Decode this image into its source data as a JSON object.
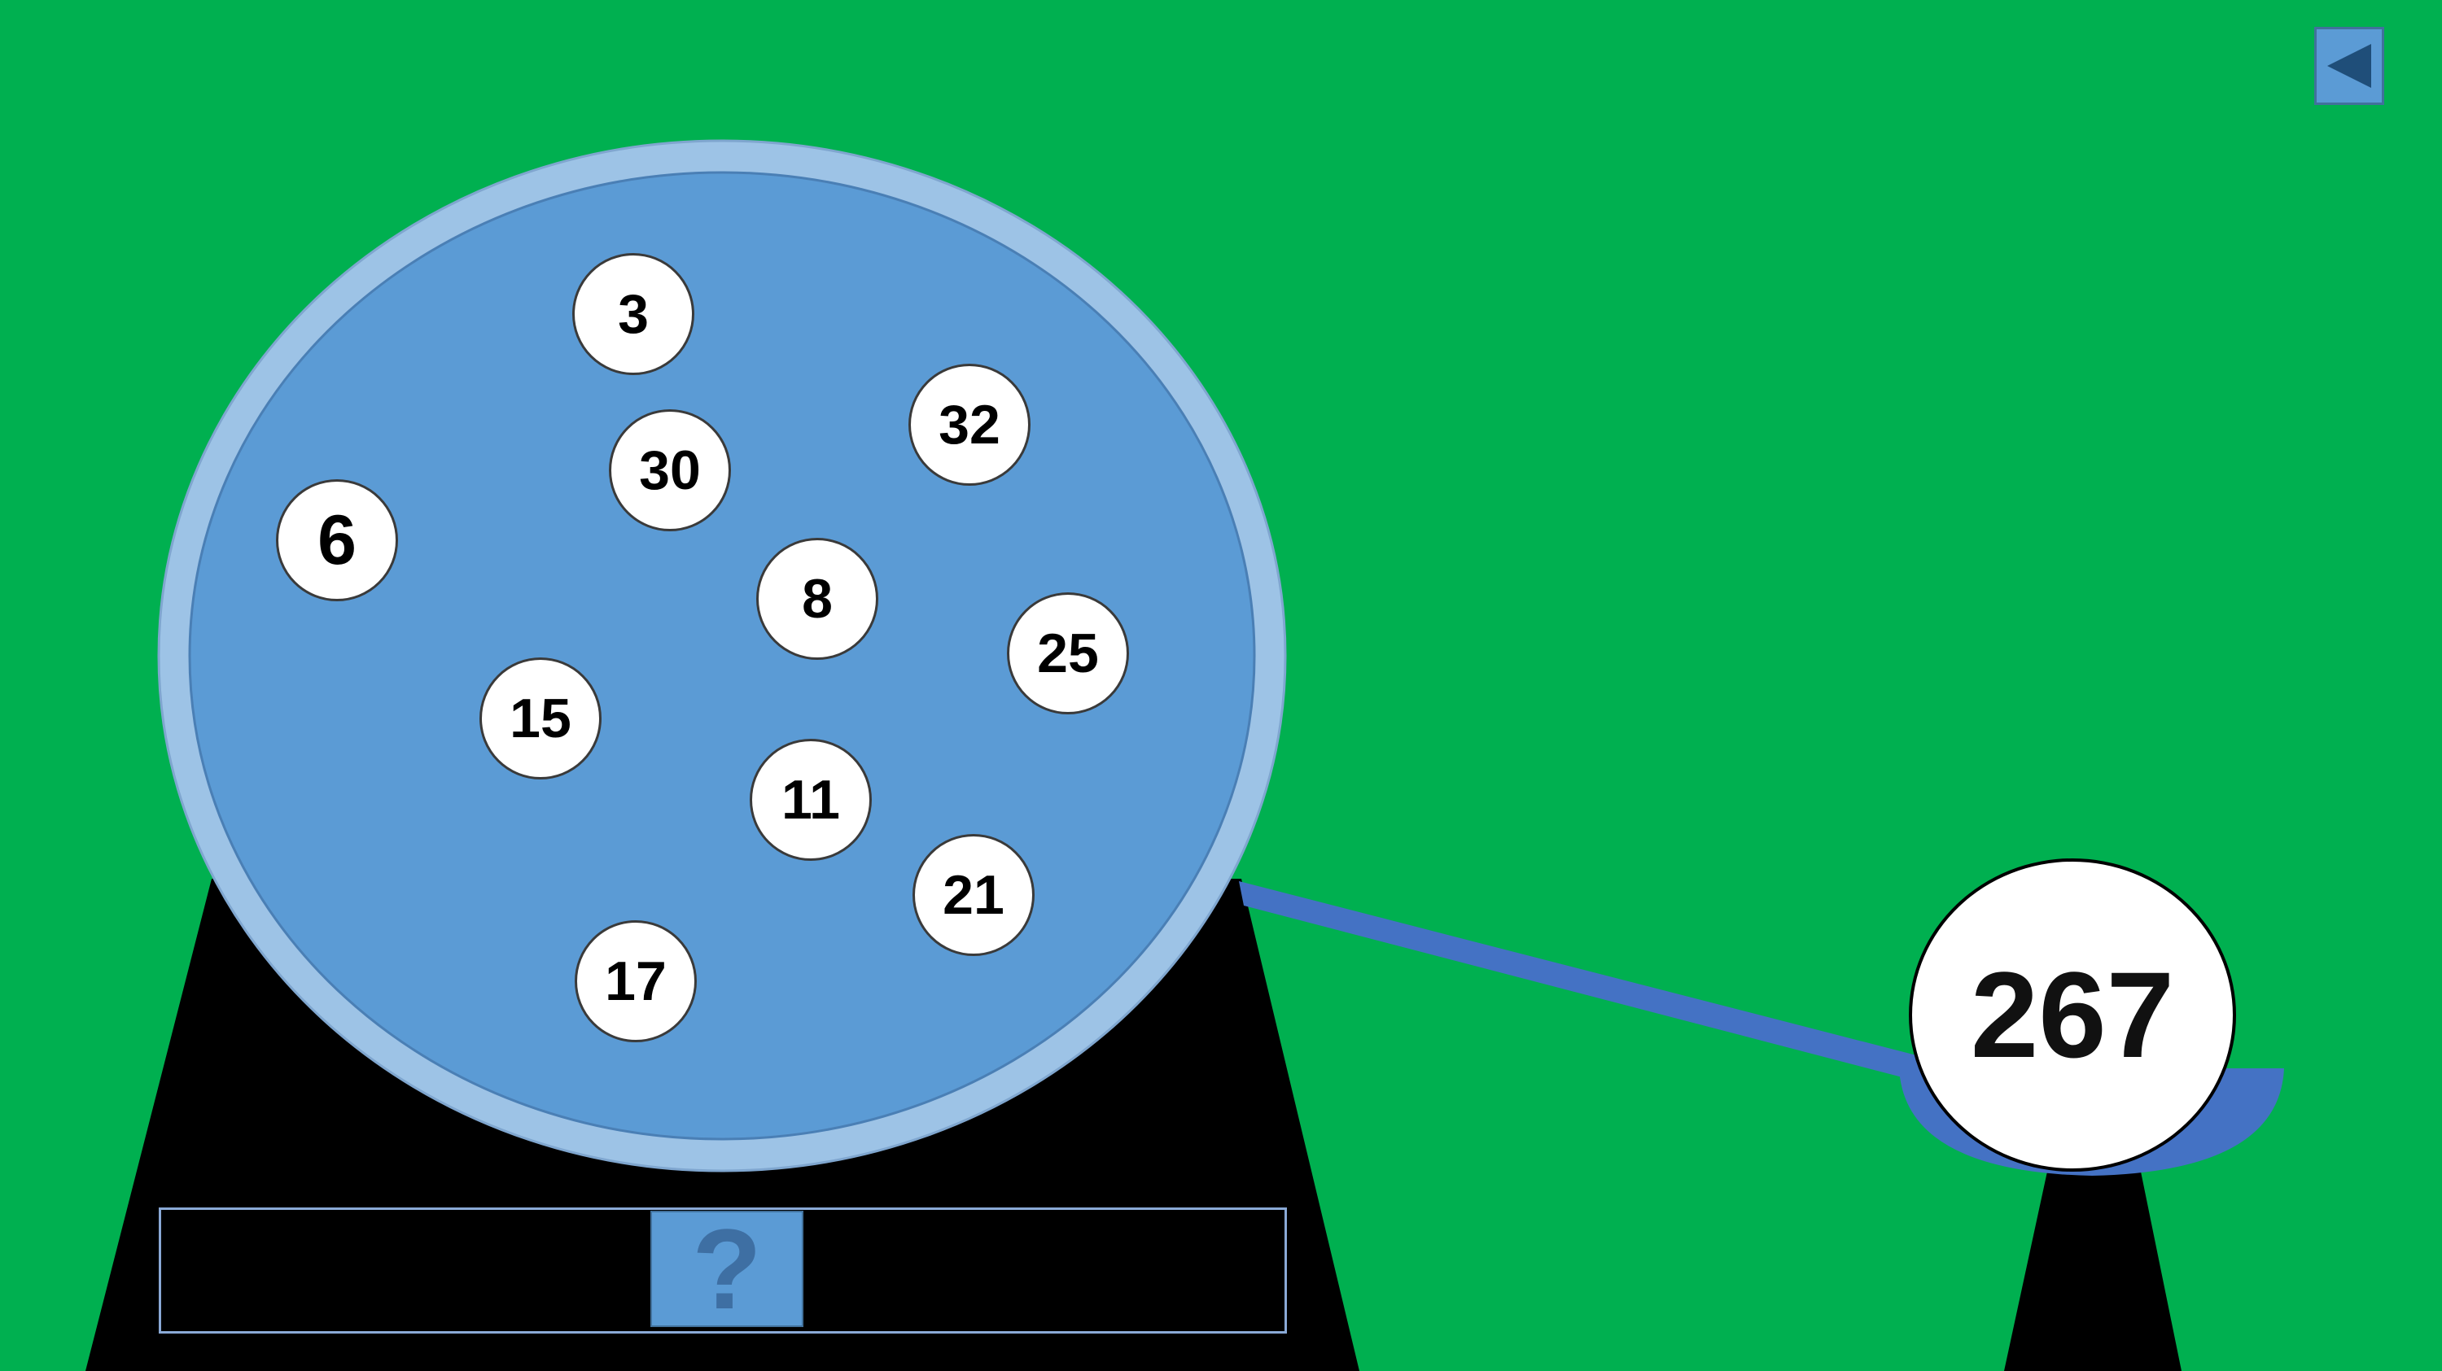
{
  "balls": [
    {
      "label": "3"
    },
    {
      "label": "32"
    },
    {
      "label": "30"
    },
    {
      "label": "6"
    },
    {
      "label": "8"
    },
    {
      "label": "25"
    },
    {
      "label": "15"
    },
    {
      "label": "11"
    },
    {
      "label": "21"
    },
    {
      "label": "17"
    }
  ],
  "drawn_ball": {
    "label": "267"
  },
  "controls": {
    "question_label": "?",
    "back_icon": "triangle-left-icon"
  },
  "colors": {
    "background": "#00b050",
    "globe_rim": "#9dc3e6",
    "globe_fill": "#5b9bd5",
    "stand": "#000000",
    "chute": "#4472c4",
    "button": "#5b9bd5"
  }
}
